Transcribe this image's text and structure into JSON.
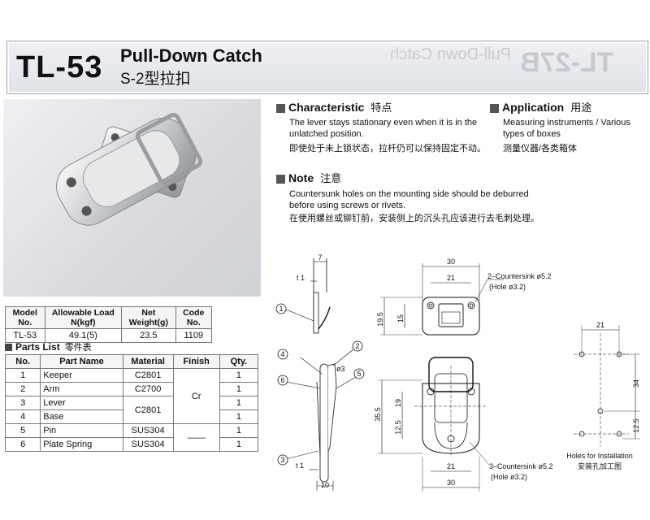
{
  "header": {
    "model": "TL-53",
    "title_en": "Pull-Down Catch",
    "title_cn": "S-2型拉扣",
    "ghost_model": "TL-27B",
    "ghost_title": "Pull-Down Catch"
  },
  "spec_table": {
    "headers": [
      "Model No.",
      "Allowable Load N(kgf)",
      "Net Weight(g)",
      "Code No."
    ],
    "row": [
      "TL-53",
      "49.1(5)",
      "23.5",
      "1109"
    ]
  },
  "parts": {
    "heading_en": "Parts List",
    "heading_cn": "零件表",
    "headers": [
      "No.",
      "Part Name",
      "Material",
      "Finish",
      "Qty."
    ],
    "rows": [
      {
        "no": "1",
        "name": "Keeper",
        "material": "C2801",
        "qty": "1"
      },
      {
        "no": "2",
        "name": "Arm",
        "material": "C2700",
        "qty": "1"
      },
      {
        "no": "3",
        "name": "Lever",
        "material": "C2801",
        "qty": "1"
      },
      {
        "no": "4",
        "name": "Base",
        "material": "",
        "qty": "1"
      },
      {
        "no": "5",
        "name": "Pin",
        "material": "SUS304",
        "qty": "1"
      },
      {
        "no": "6",
        "name": "Plate Spring",
        "material": "SUS304",
        "qty": "1"
      }
    ],
    "finish_cr": "Cr",
    "finish_dash": "——"
  },
  "characteristic": {
    "title_en": "Characteristic",
    "title_cn": "特点",
    "text_en": "The lever stays stationary even when it is in the unlatched position.",
    "text_cn": "即使处于未上锁状态，拉杆仍可以保持固定不动。"
  },
  "application": {
    "title_en": "Application",
    "title_cn": "用途",
    "text_en": "Measuring instruments / Various types of boxes",
    "text_cn": "测量仪器/各类箱体"
  },
  "note": {
    "title_en": "Note",
    "title_cn": "注意",
    "text_en": "Countersunk holes on the mounting side should be deburred before using screws or rivets.",
    "text_cn": "在使用螺丝或铆钉前，安装侧上的沉头孔应该进行去毛刺处理。"
  },
  "drawing": {
    "side": {
      "d7": "7",
      "t1_top": "t 1",
      "t1_bottom": "t 1",
      "d10": "10",
      "phi3": "ø3",
      "callouts": [
        "1",
        "2",
        "3",
        "4",
        "5",
        "6"
      ]
    },
    "keeper": {
      "w30": "30",
      "w21": "21",
      "h19_5": "19.5",
      "h15": "15",
      "countersink": "2–Countersink ø5.2",
      "hole": "(Hole ø3.2)"
    },
    "base": {
      "h19": "19",
      "h35_5": "35.5",
      "h12_5": "12.5",
      "w21": "21",
      "w30": "30",
      "countersink": "3–Countersink ø5.2",
      "hole": "(Hole ø3.2)"
    },
    "holes": {
      "w21": "21",
      "h34": "34",
      "h12_5": "12.5",
      "caption_en": "Holes for Installation",
      "caption_cn": "安装孔加工图"
    }
  }
}
